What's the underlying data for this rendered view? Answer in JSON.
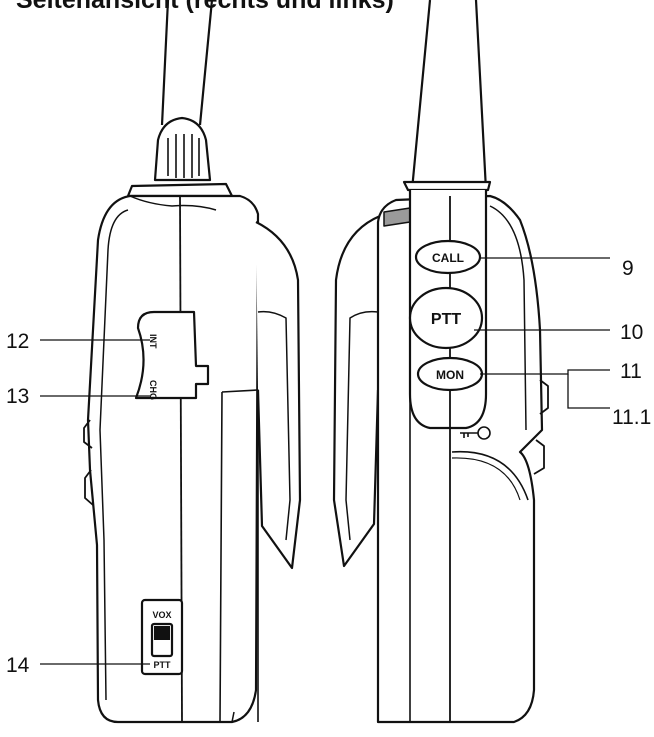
{
  "title": "Seitenansicht (rechts und links)",
  "left_radio": {
    "port_labels": {
      "int": "INT",
      "chg": "CHG"
    },
    "switch_labels": {
      "top": "VOX",
      "bottom": "PTT"
    }
  },
  "right_radio": {
    "buttons": {
      "call": "CALL",
      "ptt": "PTT",
      "mon": "MON"
    }
  },
  "callouts": [
    "9",
    "10",
    "11",
    "11.1",
    "12",
    "13",
    "14"
  ],
  "colors": {
    "line": "#111111",
    "body": "#ffffff",
    "shade": "#9a9a9a"
  }
}
